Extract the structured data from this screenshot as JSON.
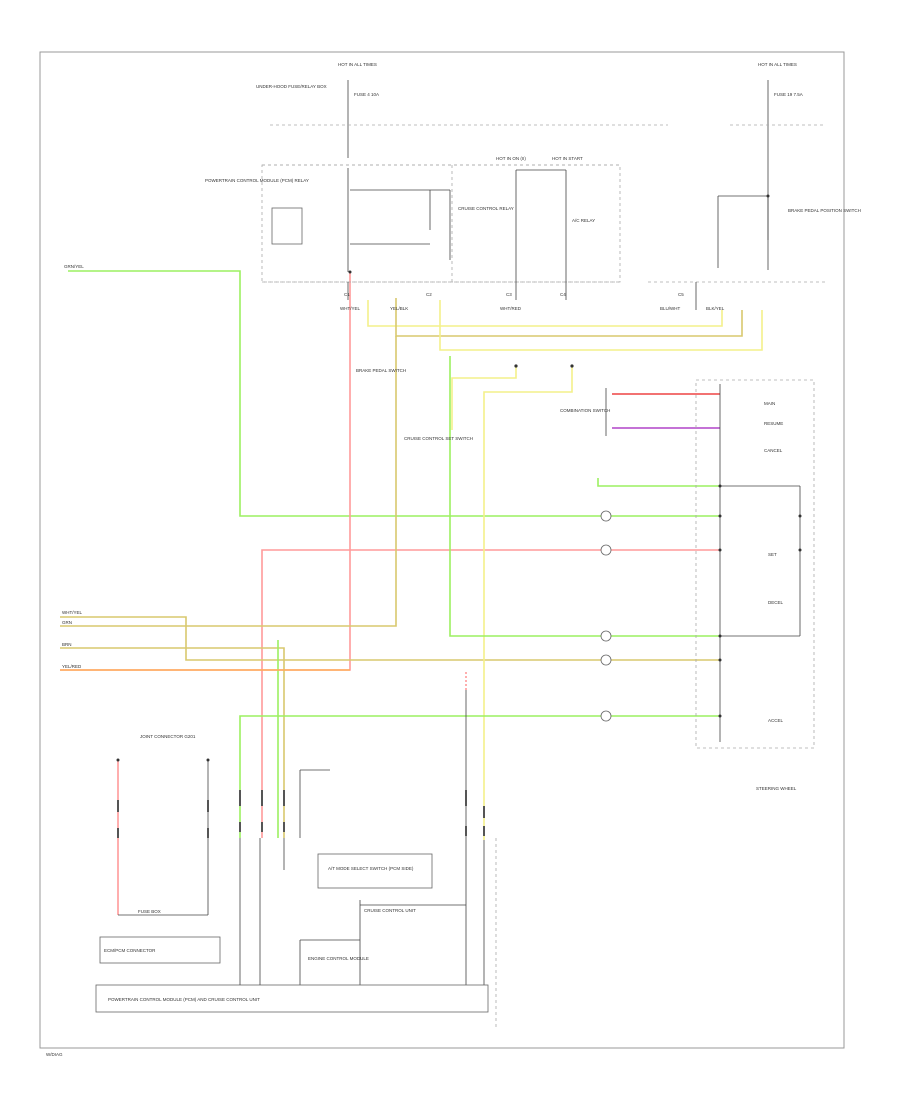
{
  "colors": {
    "green": "#9cf060",
    "pink": "#ff9a9a",
    "yellow": "#f4f08a",
    "tan": "#d8c86e",
    "orange": "#ffad5a",
    "red": "#ee4444",
    "magenta": "#b044c8",
    "line": "#444444",
    "dash": "#aaaaaa"
  },
  "fuse_top_left": {
    "header": "HOT IN ALL TIMES",
    "fuse": "FUSE 4 10A"
  },
  "fuse_top_right": {
    "header": "HOT IN ALL TIMES",
    "fuse": "FUSE 19 7.5A"
  },
  "label_under_hood_box": "UNDER-HOOD FUSE/RELAY BOX",
  "relay_box_label": "POWERTRAIN CONTROL MODULE (PCM) RELAY",
  "relay_labels": [
    "CRUISE CONTROL RELAY",
    "A/C RELAY"
  ],
  "hot_labels": [
    "HOT IN ON (II)",
    "HOT IN START"
  ],
  "right_relay_label": "BRAKE PEDAL POSITION SWITCH",
  "wire_labels": [
    "GRN/YEL",
    "WHT/YEL",
    "YEL/BLK",
    "WHT/RED",
    "BLU/WHT",
    "BLK/YEL"
  ],
  "connector_labels": [
    "C1",
    "C2",
    "C3",
    "C4",
    "C5"
  ],
  "mid_labels": [
    "BRAKE PEDAL SWITCH",
    "CRUISE CONTROL SET SWITCH",
    "COMBINATION SWITCH"
  ],
  "steering_switch_labels": [
    "MAIN",
    "RESUME",
    "CANCEL",
    "SET",
    "DECEL",
    "ACCEL"
  ],
  "left_wire_labels": [
    "WHT/YEL",
    "GRN",
    "BRN",
    "YEL/RED"
  ],
  "bottom_labels": {
    "joint_connector": "JOINT CONNECTOR G201",
    "fuse_box_label": "FUSE BOX",
    "pcm_note": "A/T MODE SELECT SWITCH (PCM SIDE)",
    "engine_module": "ENGINE CONTROL MODULE",
    "cruise_unit": "CRUISE CONTROL UNIT",
    "ecm_label": "ECM/PCM CONNECTOR",
    "right_note": "STEERING WHEEL",
    "bottom_bar": "POWERTRAIN CONTROL MODULE (PCM) AND CRUISE CONTROL UNIT",
    "footer": "W/DIAG"
  }
}
